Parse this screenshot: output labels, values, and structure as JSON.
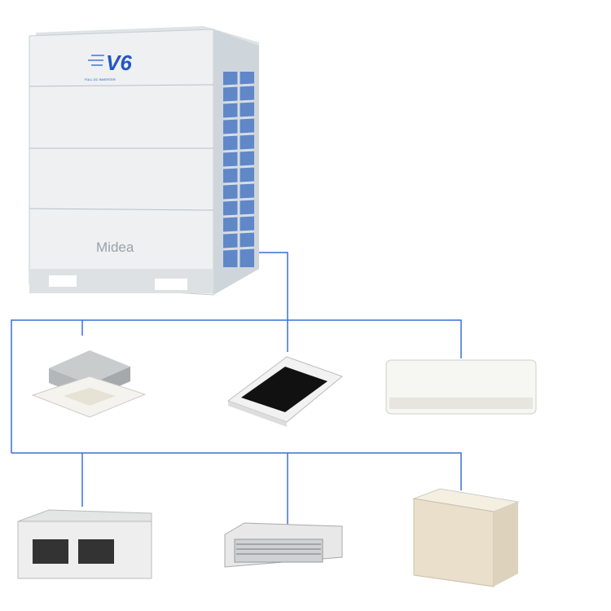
{
  "outdoor_unit": {
    "model_logo": "V6",
    "logo_tagline": "FULL DC INVERTER",
    "brand": "Midea"
  },
  "indoor_units": [
    {
      "type": "four-way-cassette"
    },
    {
      "type": "one-way-cassette"
    },
    {
      "type": "wall-mounted"
    },
    {
      "type": "high-static-duct"
    },
    {
      "type": "slim-duct"
    },
    {
      "type": "floor-standing"
    }
  ],
  "colors": {
    "pipe": "#3a6fd8",
    "logo": "#2456c4",
    "body": "#e9ecee"
  }
}
